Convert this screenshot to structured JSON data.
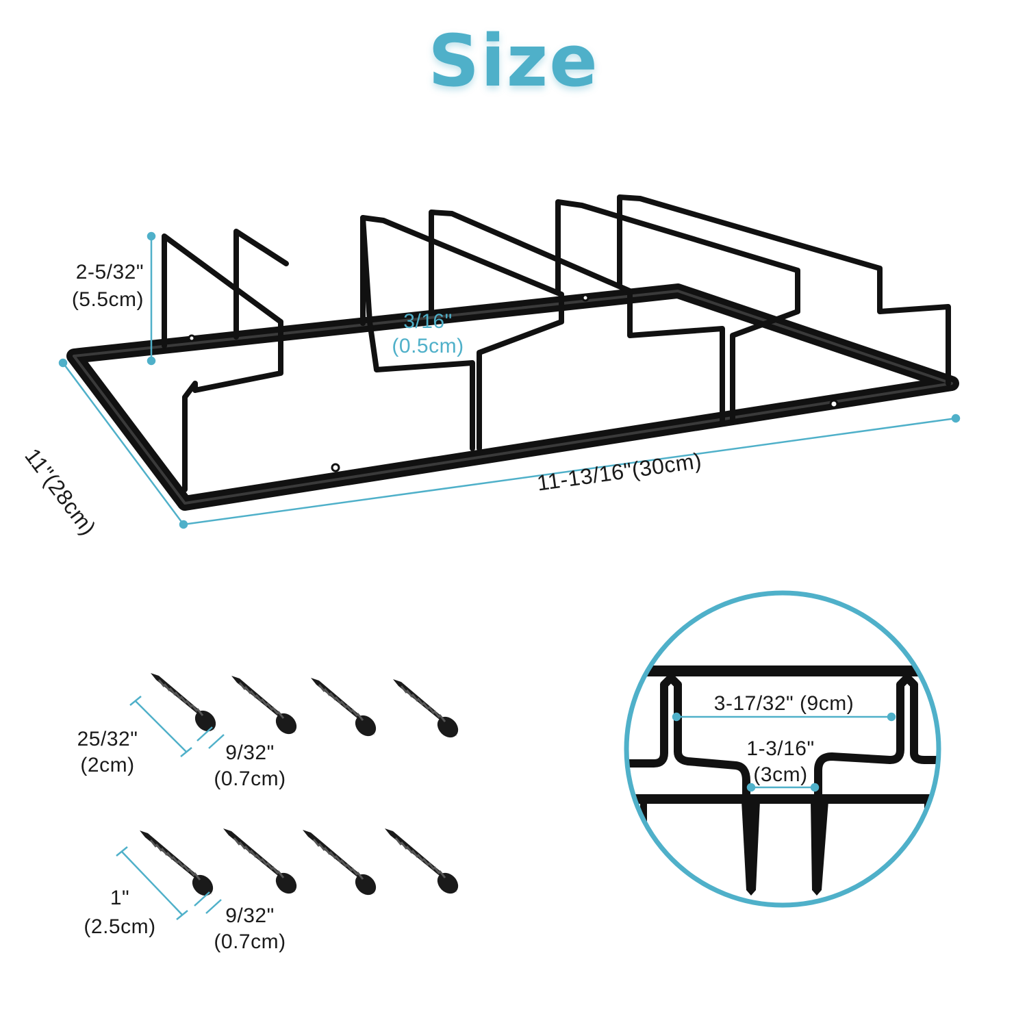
{
  "title": "Size",
  "colors": {
    "accent": "#4fb0c9",
    "product": "#111111",
    "background": "#ffffff"
  },
  "rack": {
    "height": {
      "inch": "2-5/32\"",
      "cm": "(5.5cm)"
    },
    "wire": {
      "inch": "3/16\"",
      "cm": "(0.5cm)"
    },
    "depth": "11\"(28cm)",
    "width": "11-13/16\"(30cm)"
  },
  "detail": {
    "gap_wide": "3-17/32\" (9cm)",
    "gap_narrow": {
      "inch": "1-3/16\"",
      "cm": "(3cm)"
    }
  },
  "screws": {
    "short": {
      "length_inch": "25/32\"",
      "length_cm": "(2cm)",
      "head_inch": "9/32\"",
      "head_cm": "(0.7cm)"
    },
    "long": {
      "length_inch": "1\"",
      "length_cm": "(2.5cm)",
      "head_inch": "9/32\"",
      "head_cm": "(0.7cm)"
    }
  }
}
